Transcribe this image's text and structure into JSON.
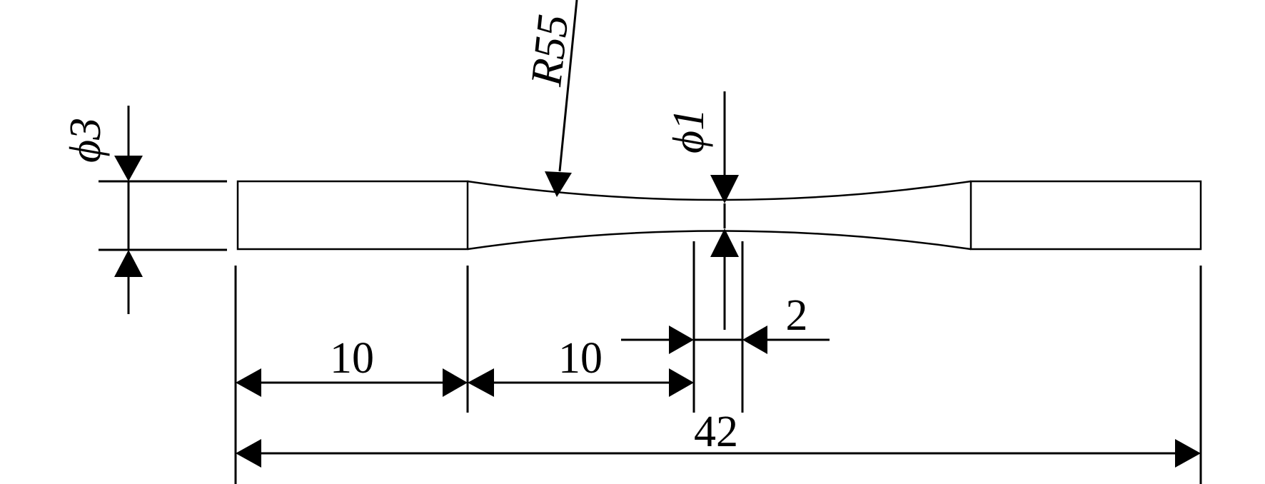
{
  "diagram": {
    "dimensions": {
      "grip_length_left": "10",
      "transition_length": "10",
      "gauge_length": "2",
      "total_length": "42",
      "grip_diameter": "ϕ3",
      "gauge_diameter": "ϕ1",
      "radius": "R55"
    }
  }
}
